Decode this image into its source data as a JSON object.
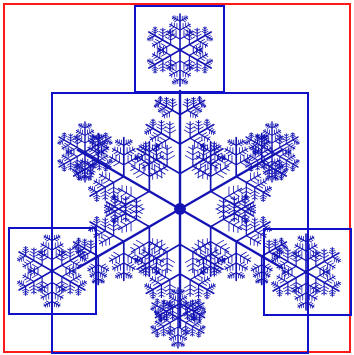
{
  "colors": {
    "outer_frame": "#ff1a1a",
    "boxes": "#1010c8",
    "fractal": "#1414b4",
    "background": "#ffffff"
  },
  "figure": {
    "kind": "hexagonal snowflake fractal",
    "arms": 6,
    "nested_boxes": 5
  }
}
